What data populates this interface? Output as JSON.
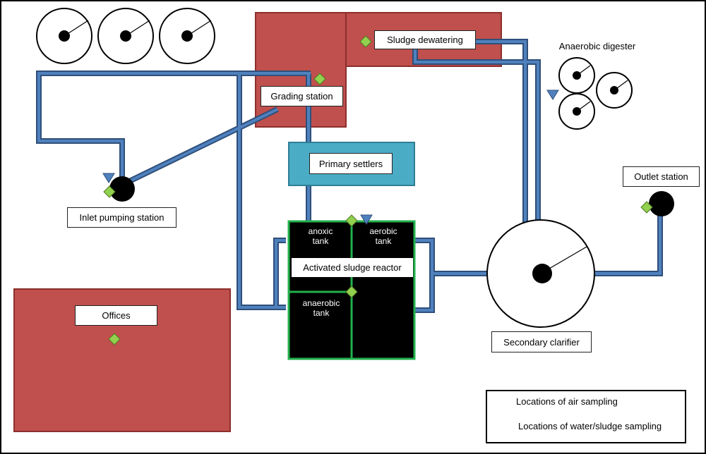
{
  "labels": {
    "sludge_dewatering": "Sludge dewatering",
    "anaerobic_digester": "Anaerobic digester",
    "grading_station": "Grading station",
    "primary_settlers": "Primary settlers",
    "inlet_pumping_station": "Inlet pumping station",
    "outlet_station": "Outlet station",
    "activated_sludge_reactor": "Activated sludge reactor",
    "secondary_clarifier": "Secondary clarifier",
    "offices": "Offices"
  },
  "tanks": {
    "anoxic": "anoxic\ntank",
    "aerobic": "aerobic\ntank",
    "anaerobic": "anaerobic\ntank"
  },
  "legend": {
    "air": "Locations of air sampling",
    "water": "Locations of water/sludge sampling"
  },
  "colors": {
    "building": "#c0504d",
    "building_border": "#8c2f2d",
    "pipe": "#4f81bd",
    "pipe_border": "#2f4f7a",
    "settler": "#4bacc6",
    "reactor_border": "#22b14c",
    "air_marker": "#92d050",
    "water_marker": "#4f81bd"
  }
}
